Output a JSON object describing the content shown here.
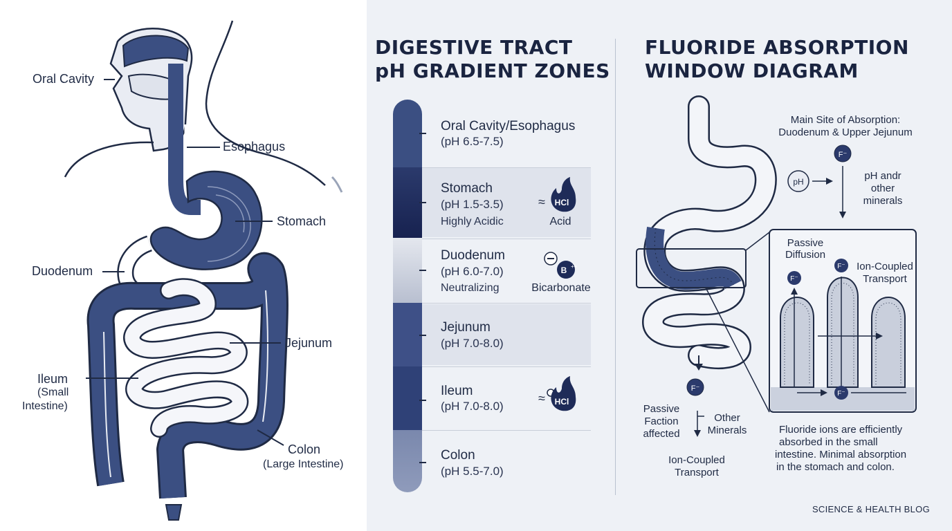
{
  "anatomy": {
    "labels": {
      "oral_cavity": "Oral Cavity",
      "esophagus": "Esophagus",
      "stomach": "Stomach",
      "duodenum": "Duodenum",
      "jejunum": "Jejunum",
      "ileum": "Ileum",
      "ileum_sub1": "(Small",
      "ileum_sub2": "Intestine)",
      "colon": "Colon",
      "colon_sub": "(Large Intestine)"
    }
  },
  "ph_zones": {
    "title_line1": "DIGESTIVE TRACT",
    "title_line2": "pH GRADIENT ZONES",
    "zones": [
      {
        "name": "Oral Cavity/Esophagus",
        "ph": "(pH 6.5-7.5)",
        "note": "",
        "badge": "",
        "color": "#3b4f82"
      },
      {
        "name": "Stomach",
        "ph": "(pH 1.5-3.5)",
        "note": "Highly Acidic",
        "badge": "Acid",
        "icon_text": "HCl",
        "color": "#1e2b58"
      },
      {
        "name": "Duodenum",
        "ph": "(pH 6.0-7.0)",
        "note": "Neutralizing",
        "badge": "Bicarbonate",
        "icon_text": "B",
        "color": "#c5cbd9"
      },
      {
        "name": "Jejunum",
        "ph": "(pH 7.0-8.0)",
        "note": "",
        "badge": "",
        "color": "#3e5087"
      },
      {
        "name": "Ileum",
        "ph": "(pH 7.0-8.0)",
        "note": "",
        "badge": "",
        "icon_text": "HCl",
        "color": "#32457a"
      },
      {
        "name": "Colon",
        "ph": "(pH 5.5-7.0)",
        "note": "",
        "badge": "",
        "color": "#6f7ea6"
      }
    ],
    "approx_symbol": "≈"
  },
  "fluoride": {
    "title_line1": "FLUORIDE ABSORPTION",
    "title_line2": "WINDOW DIAGRAM",
    "main_site_line1": "Main Site of Absorption:",
    "main_site_line2": "Duodenum & Upper Jejunum",
    "ion": "F⁻",
    "ph_circle": "pH",
    "ph_other_1": "pH andr",
    "ph_other_2": "other",
    "ph_other_3": "minerals",
    "passive_1": "Passive",
    "passive_2": "Diffusion",
    "ion_coupled_1": "Ion-Coupled",
    "ion_coupled_2": "Transport",
    "passive_faction_1": "Passive",
    "passive_faction_2": "Faction",
    "passive_faction_3": "affected",
    "other_minerals_1": "Other",
    "other_minerals_2": "Minerals",
    "bottom_ion_1": "Ion-Coupled",
    "bottom_ion_2": "Transport",
    "summary_1": "Fluoride ions are efficiently",
    "summary_2": "absorbed in the small",
    "summary_3": "intestine. Minimal absorption",
    "summary_4": "in the stomach and colon."
  },
  "footer": {
    "blog": "SCIENCE & HEALTH BLOG"
  },
  "colors": {
    "navy": "#3b4f82",
    "dark": "#1e2b58",
    "light_panel": "#eef1f6"
  }
}
